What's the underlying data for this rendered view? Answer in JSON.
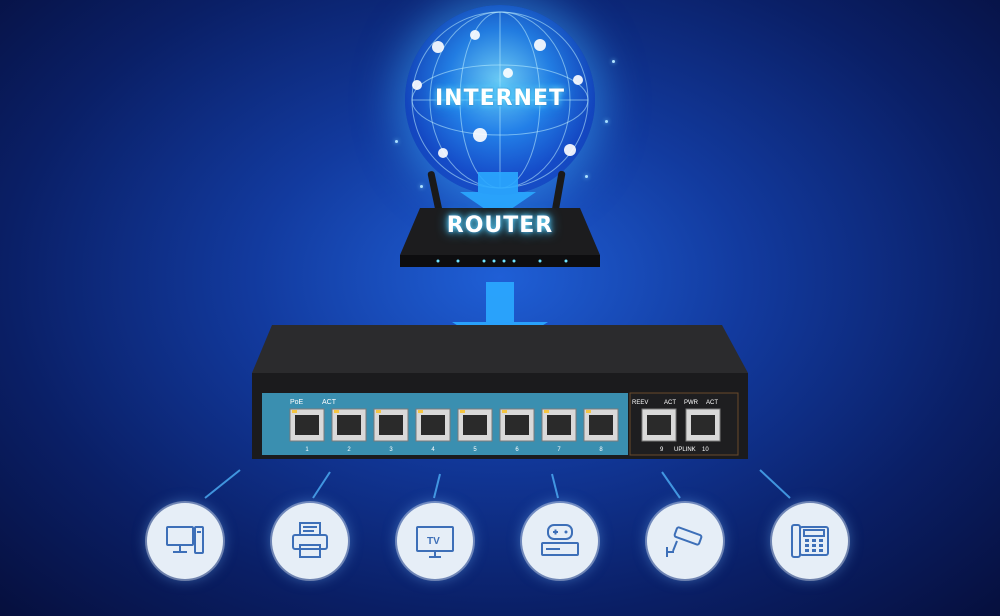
{
  "nodes": {
    "internet": "INTERNET",
    "router": "ROUTER"
  },
  "switch": {
    "poe_label": "PoE",
    "act_label": "ACT",
    "port_numbers": [
      "1",
      "2",
      "3",
      "4",
      "5",
      "6",
      "7",
      "8"
    ],
    "uplink": {
      "reev_label": "REEV",
      "act_label": "ACT",
      "pwr_label": "PWR",
      "act2_label": "ACT",
      "port9": "9",
      "uplink_label": "UPLINK",
      "port10": "10"
    }
  },
  "devices": [
    {
      "icon": "desktop-computer-icon"
    },
    {
      "icon": "printer-icon"
    },
    {
      "icon": "tv-icon",
      "text": "TV"
    },
    {
      "icon": "game-console-icon"
    },
    {
      "icon": "security-camera-icon"
    },
    {
      "icon": "desk-phone-icon"
    }
  ],
  "colors": {
    "background": "#0a1f66",
    "arrow": "#2aa8ff",
    "glow": "#6fe3ff",
    "switch_face": "#3a8fb0",
    "port_led": "#f4c542"
  }
}
